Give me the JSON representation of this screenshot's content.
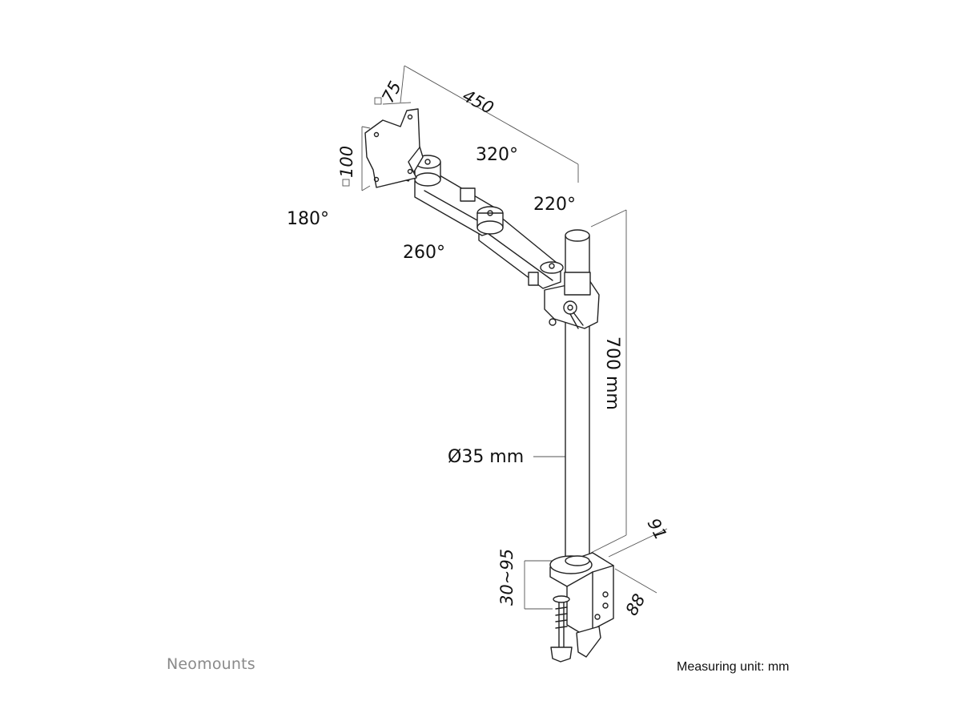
{
  "brand": {
    "name": "Neomounts"
  },
  "footer": {
    "unit_note": "Measuring unit: mm"
  },
  "dimensions": {
    "vesa_small": "75",
    "vesa_large": "100",
    "arm_length": "450",
    "rotation_plate": "180°",
    "rotation_joint_top": "320°",
    "rotation_joint_mid": "260°",
    "rotation_joint_pole": "220°",
    "pole_height": "700 mm",
    "pole_diameter": "Ø35 mm",
    "clamp_range": "30~95",
    "clamp_width": "91",
    "clamp_depth": "88"
  }
}
